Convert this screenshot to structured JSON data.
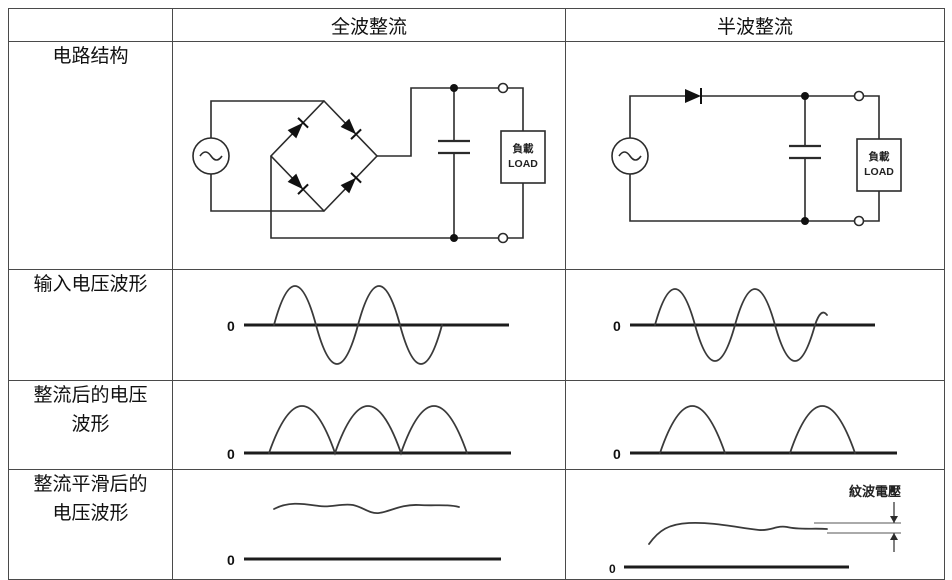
{
  "table": {
    "header": {
      "full_wave": "全波整流",
      "half_wave": "半波整流"
    },
    "row_labels": {
      "circuit": "电路结构",
      "input": "输入电压波形",
      "rectified_l1": "整流后的电压",
      "rectified_l2": "波形",
      "smoothed_l1": "整流平滑后的",
      "smoothed_l2": "电压波形"
    }
  },
  "diagram_labels": {
    "load_l1": "負載",
    "load_l2": "LOAD",
    "zero": "0",
    "ripple_voltage": "紋波電壓"
  }
}
